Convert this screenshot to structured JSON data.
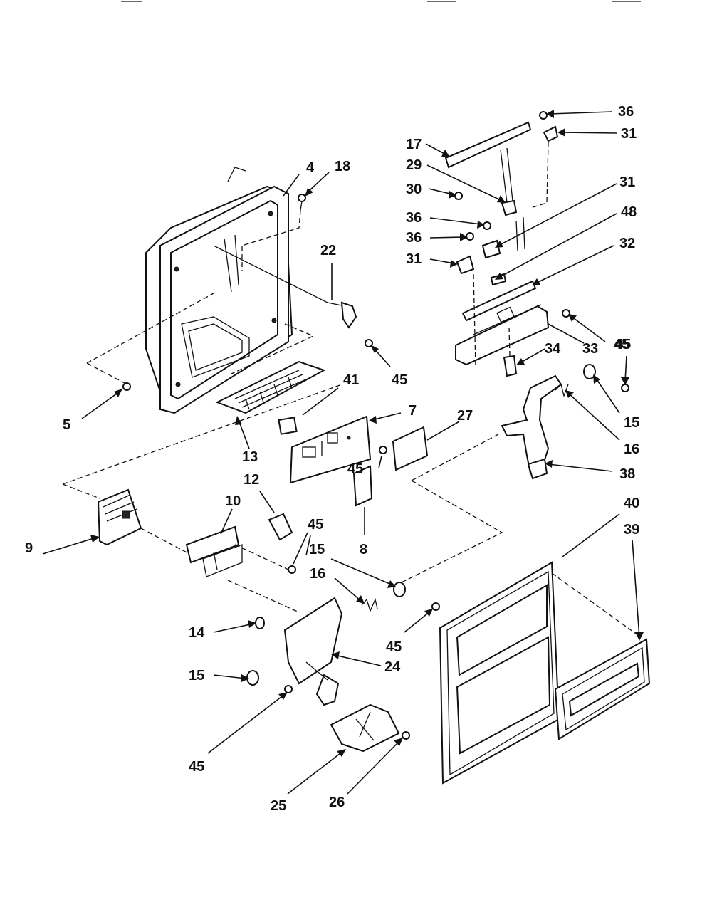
{
  "diagram": {
    "labels": {
      "p4": "4",
      "p18": "18",
      "p22": "22",
      "p45a": "45",
      "p5": "5",
      "p41": "41",
      "p7": "7",
      "p13": "13",
      "p12": "12",
      "p10": "10",
      "p45b": "45",
      "p9": "9",
      "p45c": "45",
      "p15a": "15",
      "p8": "8",
      "p16a": "16",
      "p14": "14",
      "p45d": "45",
      "p24": "24",
      "p15b": "15",
      "p45e": "45",
      "p25": "25",
      "p26": "26",
      "p27": "27",
      "p36a": "36",
      "p31a": "31",
      "p17": "17",
      "p29": "29",
      "p30": "30",
      "p31b": "31",
      "p36b": "36",
      "p48": "48",
      "p36c": "36",
      "p31c": "31",
      "p32": "32",
      "p45f": "45",
      "p34": "34",
      "p33": "33",
      "p45g": "45",
      "p15c": "15",
      "p16b": "16",
      "p38": "38",
      "p40": "40",
      "p39": "39"
    },
    "colors": {
      "ink": "#111111",
      "paper": "#ffffff"
    }
  }
}
